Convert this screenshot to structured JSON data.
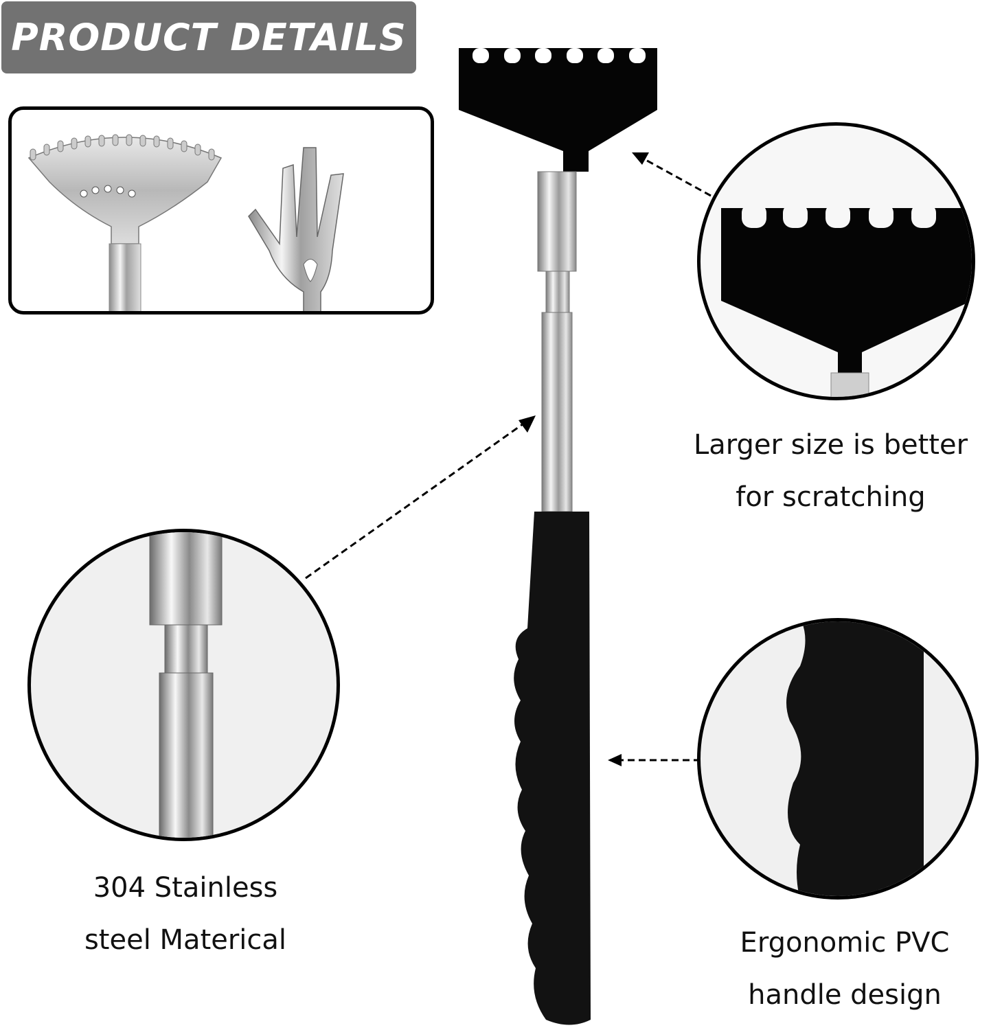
{
  "banner": {
    "title": "PRODUCT DETAILS",
    "bg_color": "#727272",
    "text_color": "#ffffff"
  },
  "variants_box": {
    "items": [
      {
        "name": "stainless-rake-head"
      },
      {
        "name": "stainless-hand-claw-head"
      }
    ]
  },
  "product": {
    "name": "telescopic back scratcher",
    "head_color": "#000000",
    "shaft_color": "#c8c8c8",
    "handle_color": "#111111"
  },
  "callouts": [
    {
      "id": "head",
      "lines": [
        "Larger size is better",
        "for scratching"
      ]
    },
    {
      "id": "shaft",
      "lines": [
        "304 Stainless",
        "steel Materical"
      ]
    },
    {
      "id": "handle",
      "lines": [
        "Ergonomic PVC",
        "handle design"
      ]
    }
  ]
}
